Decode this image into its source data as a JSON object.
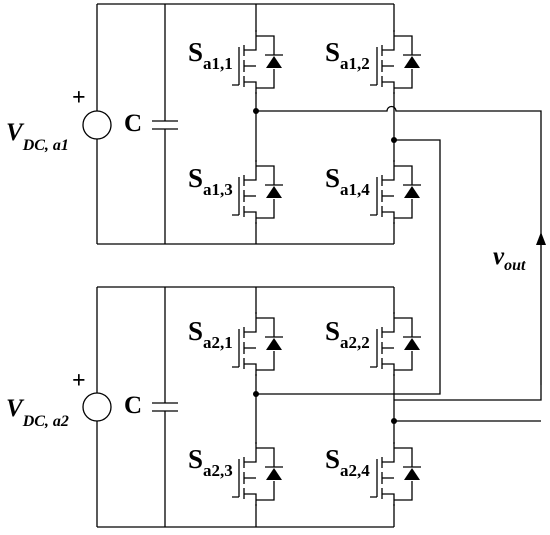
{
  "modules": [
    {
      "id": "a1",
      "source": {
        "symbol": "V",
        "subscript": "DC, a1",
        "polarity": "+"
      },
      "capacitor": {
        "label": "C"
      },
      "switches": [
        {
          "symbol": "S",
          "subscript": "a1,1"
        },
        {
          "symbol": "S",
          "subscript": "a1,2"
        },
        {
          "symbol": "S",
          "subscript": "a1,3"
        },
        {
          "symbol": "S",
          "subscript": "a1,4"
        }
      ]
    },
    {
      "id": "a2",
      "source": {
        "symbol": "V",
        "subscript": "DC, a2",
        "polarity": "+"
      },
      "capacitor": {
        "label": "C"
      },
      "switches": [
        {
          "symbol": "S",
          "subscript": "a2,1"
        },
        {
          "symbol": "S",
          "subscript": "a2,2"
        },
        {
          "symbol": "S",
          "subscript": "a2,3"
        },
        {
          "symbol": "S",
          "subscript": "a2,4"
        }
      ]
    }
  ],
  "output": {
    "symbol": "v",
    "subscript": "out"
  },
  "colors": {
    "line": "#000000",
    "background": "#ffffff"
  }
}
